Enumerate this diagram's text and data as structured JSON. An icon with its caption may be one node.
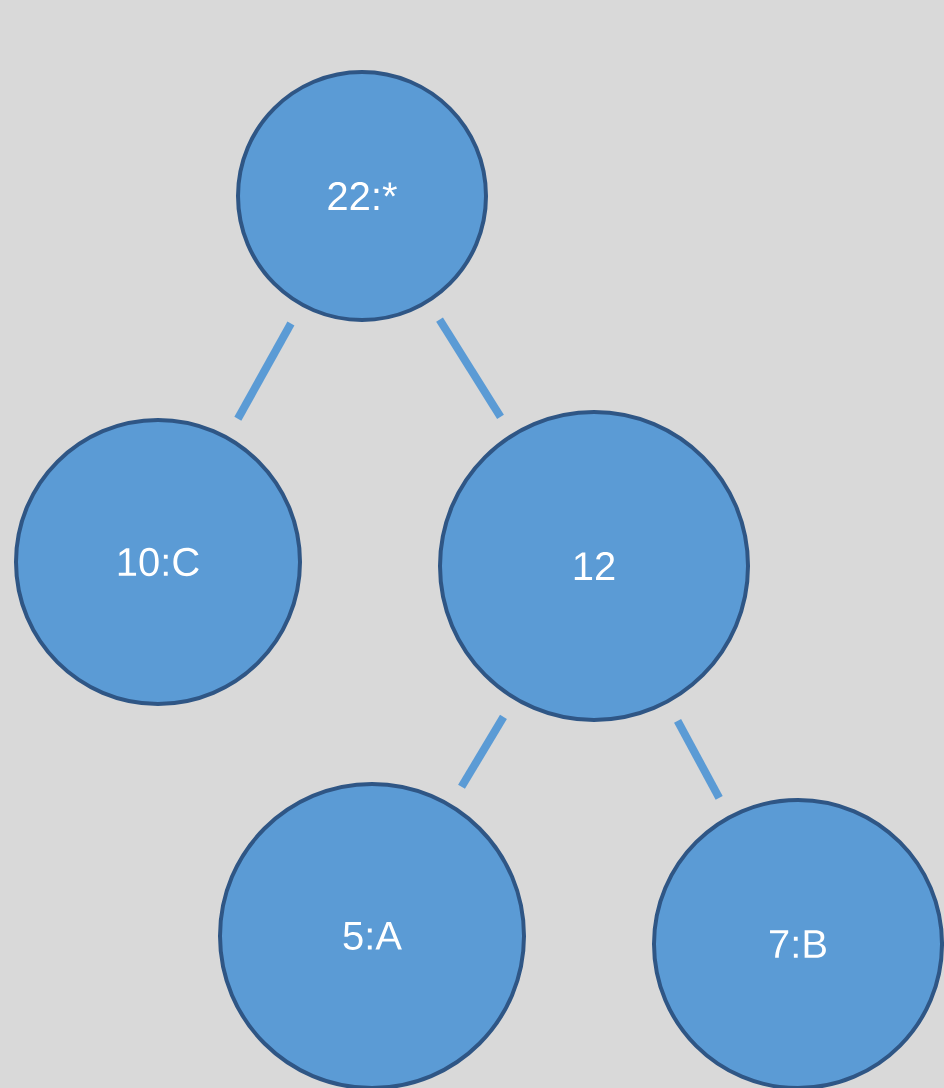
{
  "diagram": {
    "nodes": [
      {
        "text": [
          "22:*"
        ]
      },
      {
        "text": [
          "10:C"
        ]
      },
      {
        "text": [
          "12"
        ]
      },
      {
        "text": [
          "5:A"
        ]
      },
      {
        "text": [
          "7:B"
        ]
      }
    ],
    "edges": [
      {
        "from": 0,
        "to": 1,
        "arrow": "none"
      },
      {
        "from": 0,
        "to": 2,
        "arrow": "none"
      },
      {
        "from": 2,
        "to": 3,
        "arrow": "none"
      },
      {
        "from": 2,
        "to": 4,
        "arrow": "none"
      }
    ]
  }
}
